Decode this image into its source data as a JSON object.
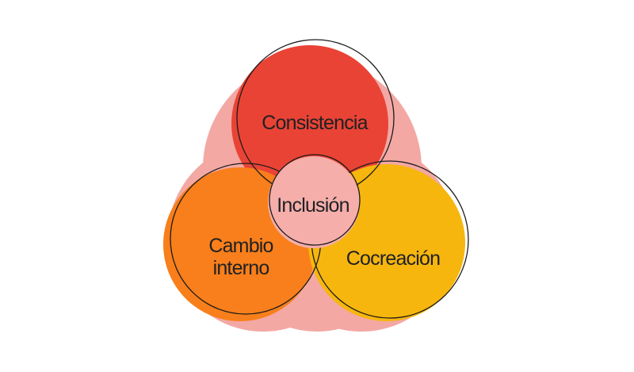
{
  "page": {
    "background_color": "#FFFFFF"
  },
  "diagram": {
    "type": "venn-diagram",
    "blob_color": "#F3A8A4",
    "outline_color": "#1C1B1B",
    "text_color": "#202124",
    "circles": [
      {
        "id": "consistencia",
        "label": "Consistencia",
        "color": "#E94335",
        "position": "top"
      },
      {
        "id": "cambio-interno",
        "label": "Cambio interno",
        "lines": [
          "Cambio",
          "interno"
        ],
        "color": "#F87F1B",
        "position": "bottom-left"
      },
      {
        "id": "cocreacion",
        "label": "Cocreación",
        "color": "#F6B60E",
        "position": "bottom-right"
      },
      {
        "id": "inclusion",
        "label": "Inclusión",
        "color": "#F5AEAA",
        "position": "center"
      }
    ]
  }
}
